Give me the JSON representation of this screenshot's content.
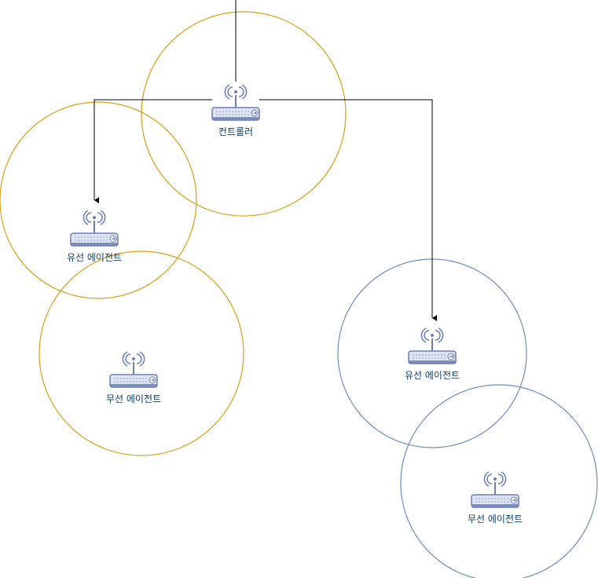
{
  "colors": {
    "controller_group": "#d4a017",
    "site_b_group": "#6c8ebf",
    "connector": "#000000",
    "device_body": "#dfe4f2",
    "device_stroke": "#6c7fb5",
    "device_antenna": "#6c7fb5",
    "label": "#0b3f66"
  },
  "nodes": {
    "controller": {
      "label": "컨트롤러",
      "icon": "wireless-router-icon"
    },
    "wired_agent_a": {
      "label": "유선 에이전트",
      "icon": "wireless-router-icon"
    },
    "wireless_agent_a": {
      "label": "무선 에이전트",
      "icon": "wireless-router-icon"
    },
    "wired_agent_b": {
      "label": "유선 에이전트",
      "icon": "wireless-router-icon"
    },
    "wireless_agent_b": {
      "label": "무선 에이전트",
      "icon": "wireless-router-icon"
    }
  },
  "edges": [
    {
      "from": "uplink",
      "to": "controller"
    },
    {
      "from": "controller",
      "to": "wired_agent_a"
    },
    {
      "from": "controller",
      "to": "wired_agent_b"
    }
  ]
}
